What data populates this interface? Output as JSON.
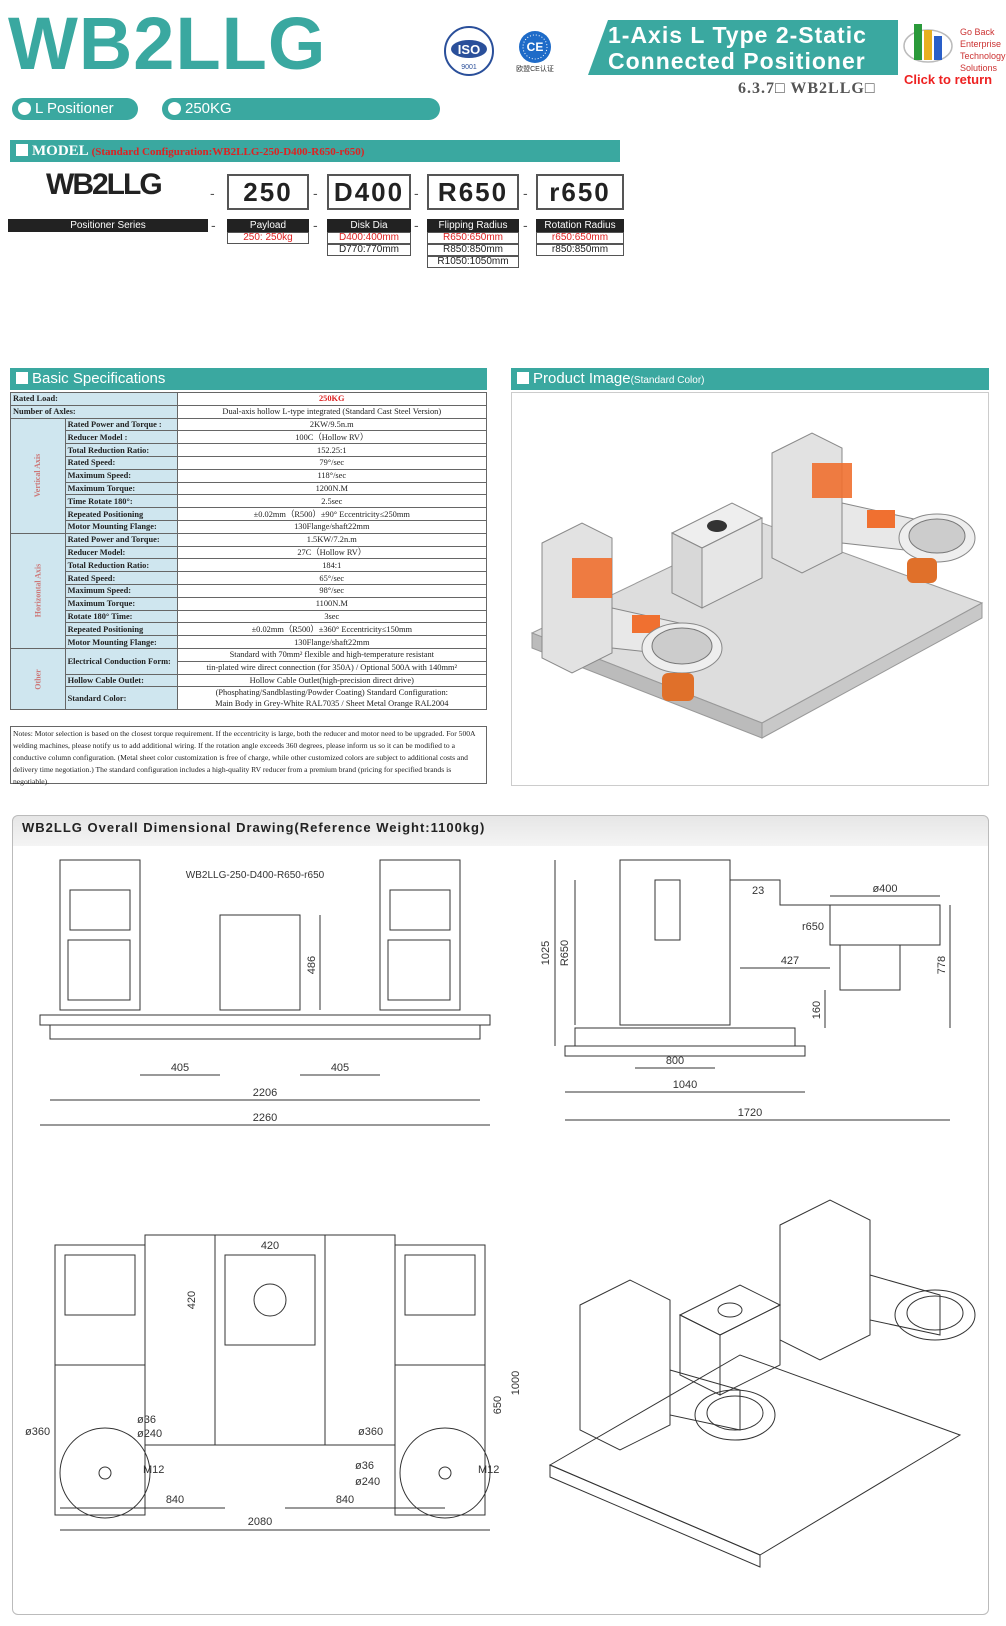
{
  "header": {
    "title": "WB2LLG",
    "cert_iso": "ISO",
    "cert_iso_num": "9001",
    "cert_ce": "CE",
    "cert_ce_label": "欧盟CE认证",
    "banner_line1": "1-Axis L Type 2-Static",
    "banner_line2": "Connected Positioner",
    "subcode": "6.3.7□ WB2LLG□",
    "goback_text1": "Go Back",
    "goback_text2": "Enterprise",
    "goback_text3": "Technology",
    "goback_text4": "Solutions",
    "goback_return": "Click to return",
    "pill_type": "L Positioner",
    "pill_load": "250KG"
  },
  "model": {
    "section_title": "MODEL",
    "standard_config": "(Standard Configuration:WB2LLG-250-D400-R650-r650)",
    "name": "WB2LLG",
    "series_label": "Positioner Series",
    "codes": [
      "250",
      "D400",
      "R650",
      "r650"
    ],
    "headers": [
      "Payload",
      "Disk Dia",
      "Flipping Radius",
      "Rotation Radius"
    ],
    "options": [
      [
        "250: 250kg"
      ],
      [
        "D400:400mm",
        "D770:770mm"
      ],
      [
        "R650:650mm",
        "R850:850mm",
        "R1050:1050mm"
      ],
      [
        "r650:650mm",
        "r850:850mm"
      ]
    ]
  },
  "specs": {
    "section_title": "Basic Specifications",
    "rated_load_label": "Rated Load:",
    "rated_load": "250KG",
    "axes_label": "Number of Axles:",
    "axes": "Dual-axis hollow L-type integrated (Standard Cast Steel Version)",
    "vertical_group": "Vertical Axis",
    "horizontal_group": "Horizontal Axis",
    "other_group": "Other",
    "vertical": [
      [
        "Rated Power and Torque :",
        "2KW/9.5n.m"
      ],
      [
        "Reducer Model :",
        "100C（Hollow RV）"
      ],
      [
        "Total Reduction Ratio:",
        "152.25:1"
      ],
      [
        "Rated Speed:",
        "79°/sec"
      ],
      [
        "Maximum Speed:",
        "118°/sec"
      ],
      [
        "Maximum Torque:",
        "1200N.M"
      ],
      [
        "Time Rotate 180°:",
        "2.5sec"
      ],
      [
        "Repeated Positioning",
        "±0.02mm（R500）±90°  Eccentricity≤250mm"
      ],
      [
        "Motor Mounting Flange:",
        "130Flange/shaft22mm"
      ]
    ],
    "horizontal": [
      [
        "Rated Power and Torque:",
        "1.5KW/7.2n.m"
      ],
      [
        "Reducer Model:",
        "27C（Hollow RV）"
      ],
      [
        "Total Reduction Ratio:",
        "184:1"
      ],
      [
        "Rated Speed:",
        "65°/sec"
      ],
      [
        "Maximum Speed:",
        "98°/sec"
      ],
      [
        "Maximum Torque:",
        "1100N.M"
      ],
      [
        "Rotate 180° Time:",
        "3sec"
      ],
      [
        "Repeated Positioning",
        "±0.02mm（R500）±360°  Eccentricity≤150mm"
      ],
      [
        "Motor Mounting Flange:",
        "130Flange/shaft22mm"
      ]
    ],
    "electrical_label": "Electrical Conduction Form:",
    "electrical_1": "Standard with 70mm² flexible and high-temperature resistant",
    "electrical_2": "tin-plated wire direct connection (for 350A) / Optional 500A with 140mm²",
    "cable_label": "Hollow Cable Outlet:",
    "cable": "Hollow Cable Outlet(high-precision direct drive)",
    "color_label": "Standard Color:",
    "color_1": "(Phosphating/Sandblasting/Powder Coating) Standard Configuration:",
    "color_2": "Main Body in Grey-White RAL7035 / Sheet Metal Orange RAL2004",
    "notes": "Notes: Motor selection is based on the closest torque requirement. If the eccentricity is large, both the reducer and motor need to be upgraded. For 500A welding machines, please notify us to add additional wiring. If the rotation angle exceeds 360 degrees, please inform us so it can be modified to a conductive column configuration. (Metal sheet color customization is free of charge, while other customized colors are subject to additional costs and delivery time negotiation.) The standard configuration includes a high-quality RV reducer from a premium brand (pricing for specified brands is negotiable)."
  },
  "product": {
    "section_title": "Product Image",
    "note": "(Standard Color)"
  },
  "drawing": {
    "title": "WB2LLG Overall Dimensional Drawing(Reference Weight:1100kg)",
    "model_code": "WB2LLG-250-D400-R650-r650",
    "front": {
      "d486": "486",
      "d405a": "405",
      "d405b": "405",
      "d2206": "2206",
      "d2260": "2260"
    },
    "side": {
      "d400": "ø400",
      "d23": "23",
      "r650": "r650",
      "d1025": "1025",
      "R650": "R650",
      "d427": "427",
      "d778": "778",
      "d160": "160",
      "d800": "800",
      "d1040": "1040",
      "d1720": "1720"
    },
    "top": {
      "d420w": "420",
      "d420h": "420",
      "d1000": "1000",
      "d650": "650",
      "d360a": "ø360",
      "d36a": "ø36",
      "d240a": "ø240",
      "m12a": "M12",
      "d360b": "ø360",
      "d36b": "ø36",
      "d240b": "ø240",
      "m12b": "M12",
      "d840a": "840",
      "d840b": "840",
      "d2080": "2080"
    }
  },
  "colors": {
    "accent": "#3aa8a0",
    "red": "#d22222",
    "orange": "#f07030",
    "header_blue": "#cfe6ef"
  }
}
